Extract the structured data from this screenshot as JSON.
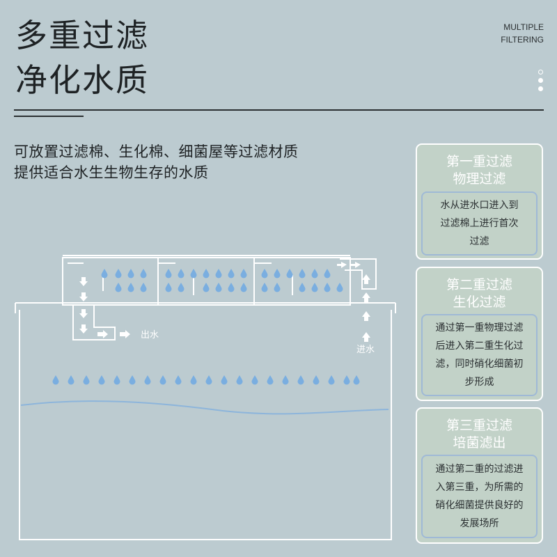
{
  "header": {
    "title_line1": "多重过滤",
    "title_line2": "净化水质",
    "en_line1": "MULTIPLE",
    "en_line2": "FILTERING"
  },
  "description": {
    "line1": "可放置过滤棉、生化棉、细菌屋等过滤材质",
    "line2": "提供适合水生生物生存的水质"
  },
  "diagram": {
    "label_out": "出水",
    "label_in": "进水"
  },
  "cards": [
    {
      "title_line1": "第一重过滤",
      "title_line2": "物理过滤",
      "body": [
        "水从进水口进入到",
        "过滤棉上进行首次",
        "过滤"
      ]
    },
    {
      "title_line1": "第二重过滤",
      "title_line2": "生化过滤",
      "body": [
        "通过第一重物理过滤",
        "后进入第二重生化过",
        "滤，同时硝化细菌初",
        "步形成"
      ]
    },
    {
      "title_line1": "第三重过滤",
      "title_line2": "培菌滤出",
      "body": [
        "通过第二重的过滤进",
        "入第三重，为所需的",
        "硝化细菌提供良好的",
        "发展场所"
      ]
    }
  ],
  "colors": {
    "background": "#bccbd0",
    "card_fill": "#c2d2c8",
    "card_inner_border": "#9fb9d6",
    "water_drop": "#7aaee0",
    "water_line": "#8db5db"
  }
}
